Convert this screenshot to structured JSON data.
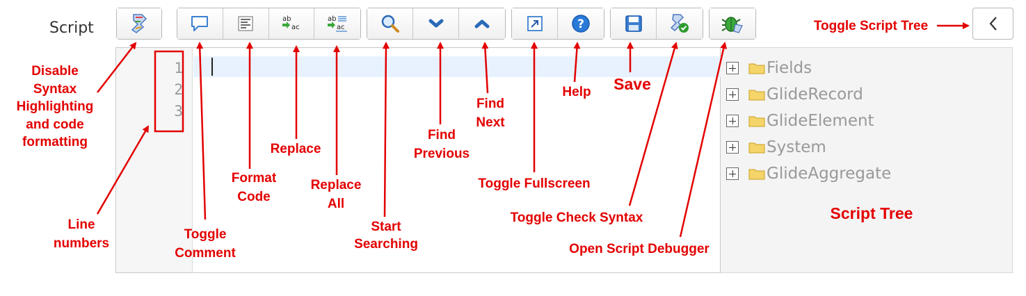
{
  "field": {
    "label": "Script"
  },
  "editor": {
    "line_numbers": "1\n2\n3"
  },
  "script_tree": {
    "items": [
      "Fields",
      "GlideRecord",
      "GlideElement",
      "System",
      "GlideAggregate"
    ]
  },
  "annotations": {
    "disable_syntax": "Disable\nSyntax\nHighlighting\nand code\nformatting",
    "line_numbers": "Line\nnumbers",
    "toggle_comment": "Toggle\nComment",
    "format_code": "Format\nCode",
    "replace": "Replace",
    "replace_all": "Replace\nAll",
    "start_searching": "Start\nSearching",
    "find_previous": "Find\nPrevious",
    "find_next": "Find\nNext",
    "toggle_fullscreen": "Toggle Fullscreen",
    "help": "Help",
    "save": "Save",
    "toggle_check_syntax": "Toggle Check Syntax",
    "open_script_debugger": "Open Script Debugger",
    "toggle_script_tree": "Toggle Script Tree",
    "script_tree": "Script Tree"
  },
  "colors": {
    "annotation": "#e30000",
    "accent_blue": "#2a7ad8",
    "green": "#2e9b2e"
  },
  "icons": {
    "disable_syntax": "script-pen-icon",
    "toggle_comment": "comment-bubble-icon",
    "format_code": "text-lines-icon",
    "replace": "replace-ab-icon",
    "replace_all": "replace-all-ab-icon",
    "start_searching": "magnifier-icon",
    "find_previous": "chevron-down-icon",
    "find_next": "chevron-up-icon",
    "toggle_fullscreen": "expand-arrow-icon",
    "help": "help-circle-icon",
    "save": "floppy-disk-icon",
    "toggle_check_syntax": "check-script-icon",
    "open_script_debugger": "bug-icon",
    "toggle_script_tree": "chevron-left-icon",
    "tree_expander": "plus-box-icon",
    "tree_folder": "folder-icon"
  }
}
